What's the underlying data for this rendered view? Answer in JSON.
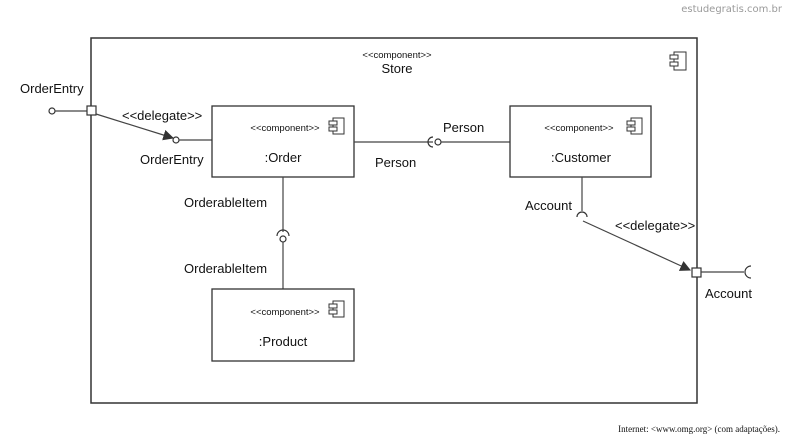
{
  "watermark": "estudegratis.com.br",
  "store": {
    "stereotype": "<<component>>",
    "name": "Store"
  },
  "components": {
    "order": {
      "stereotype": "<<component>>",
      "name": ":Order"
    },
    "customer": {
      "stereotype": "<<component>>",
      "name": ":Customer"
    },
    "product": {
      "stereotype": "<<component>>",
      "name": ":Product"
    }
  },
  "labels": {
    "order_entry_outer": "OrderEntry",
    "order_entry_inner": "OrderEntry",
    "delegate_left": "<<delegate>>",
    "person_provided": "Person",
    "person_required": "Person",
    "orderable_item_top": "OrderableItem",
    "orderable_item_bottom": "OrderableItem",
    "account_inner": "Account",
    "delegate_right": "<<delegate>>",
    "account_outer": "Account"
  },
  "credit": "Internet: <www.omg.org> (com adaptações)."
}
